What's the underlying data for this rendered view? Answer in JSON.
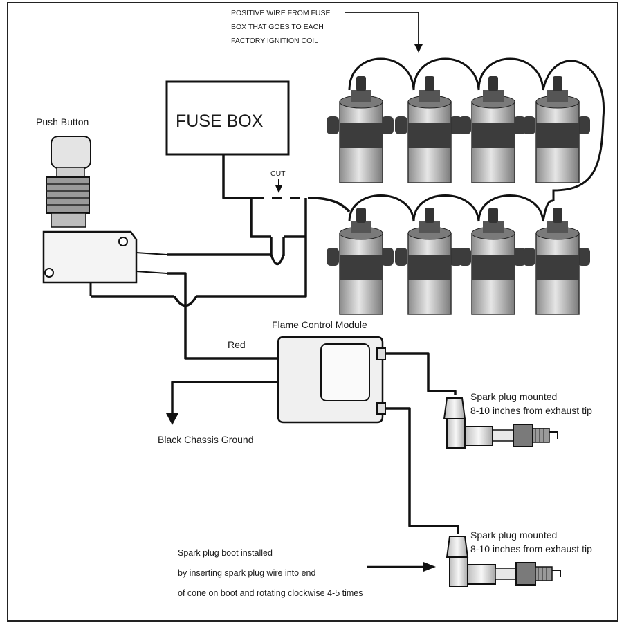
{
  "labels": {
    "positive_wire": [
      "POSITIVE WIRE FROM FUSE",
      "BOX THAT GOES TO EACH",
      "FACTORY IGNITION COIL"
    ],
    "push_button": "Push Button",
    "fuse_box": "FUSE BOX",
    "cut": "CUT",
    "red": "Red",
    "flame_module": "Flame Control Module",
    "ground": "Black Chassis Ground",
    "plug1": [
      "Spark plug mounted",
      "8-10 inches from exhaust tip"
    ],
    "plug2": [
      "Spark plug mounted",
      "8-10 inches from exhaust tip"
    ],
    "boot_note": [
      "Spark plug boot installed",
      "by inserting spark plug wire into end",
      "of cone on boot and rotating clockwise 4-5 times"
    ]
  },
  "colors": {
    "wire": "#111111",
    "coil_body": "#c9c9c9",
    "coil_band": "#3c3c3c",
    "module": "#f0f0f0"
  }
}
